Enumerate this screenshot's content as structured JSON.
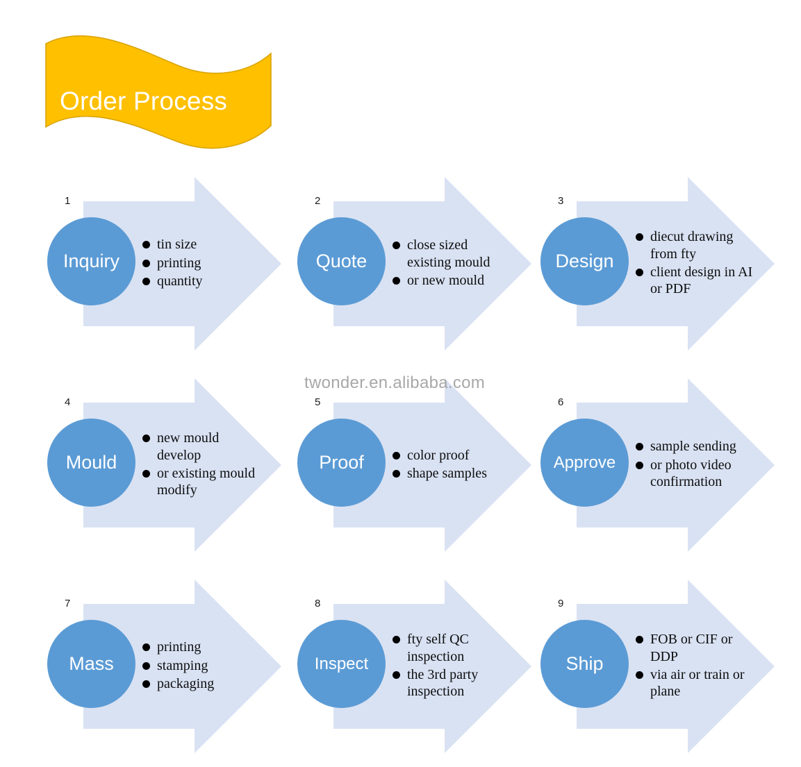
{
  "banner": {
    "title": "Order Process",
    "fill_color": "#FFC000",
    "stroke_color": "#D9A404",
    "text_color": "#FFFFFF"
  },
  "watermark": {
    "text": "twonder.en.alibaba.com",
    "color": "#A8A8A8"
  },
  "theme": {
    "circle_color": "#5B9BD5",
    "arrow_color": "#D9E2F3",
    "bullet_color": "#000000",
    "number_color": "#1A1A1A"
  },
  "steps": [
    {
      "number": "1",
      "label": "Inquiry",
      "bullets": [
        "tin size",
        "printing",
        "quantity"
      ]
    },
    {
      "number": "2",
      "label": "Quote",
      "bullets": [
        "close sized existing mould",
        "or new mould"
      ]
    },
    {
      "number": "3",
      "label": "Design",
      "bullets": [
        "diecut drawing from fty",
        "client design in AI or PDF"
      ]
    },
    {
      "number": "4",
      "label": "Mould",
      "bullets": [
        "new mould develop",
        "or existing mould modify"
      ]
    },
    {
      "number": "5",
      "label": "Proof",
      "bullets": [
        "color proof",
        "shape samples"
      ]
    },
    {
      "number": "6",
      "label": "Approve",
      "bullets": [
        "sample sending",
        "or photo video confirmation"
      ]
    },
    {
      "number": "7",
      "label": "Mass",
      "bullets": [
        "printing",
        "stamping",
        "packaging"
      ]
    },
    {
      "number": "8",
      "label": "Inspect",
      "bullets": [
        "fty self QC inspection",
        "the 3rd party inspection"
      ]
    },
    {
      "number": "9",
      "label": "Ship",
      "bullets": [
        "FOB or CIF or DDP",
        "via air or train or plane"
      ]
    }
  ]
}
